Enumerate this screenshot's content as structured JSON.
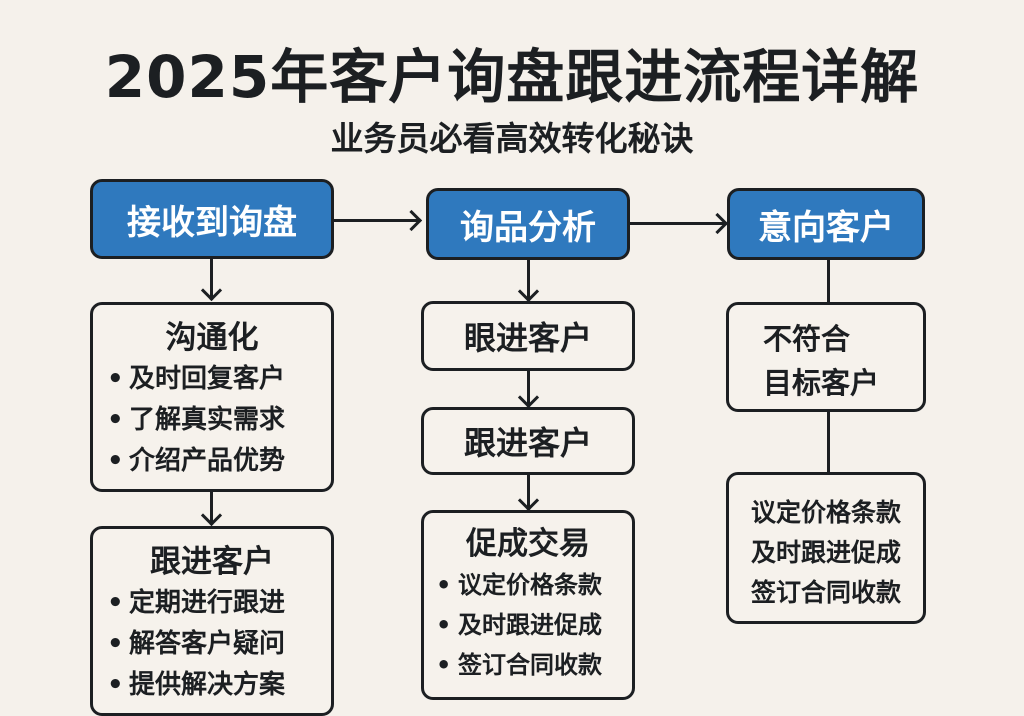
{
  "header": {
    "title": "2025年客户询盘跟进流程详解",
    "subtitle": "业务员必看高效转化秘诀"
  },
  "colors": {
    "background": "#f5f1eb",
    "primary_box": "#2f79be",
    "border": "#1c1f22"
  },
  "columns": [
    {
      "header": "接收到询盘",
      "steps": [
        {
          "title": "沟通化",
          "bullets": [
            "及时回复客户",
            "了解真实需求",
            "介绍产品优势"
          ]
        },
        {
          "title": "跟进客户",
          "bullets": [
            "定期进行跟进",
            "解答客户疑问",
            "提供解决方案"
          ]
        }
      ]
    },
    {
      "header": "询品分析",
      "steps": [
        {
          "title": "眼进客户"
        },
        {
          "title": "跟进客户"
        },
        {
          "title": "促成交易",
          "bullets": [
            "议定价格条款",
            "及时跟进促成",
            "签订合同收款"
          ]
        }
      ]
    },
    {
      "header": "意向客户",
      "steps": [
        {
          "lines": [
            "不符合",
            "目标客户"
          ]
        },
        {
          "lines": [
            "议定价格条款",
            "及时跟进促成",
            "签订合同收款"
          ]
        }
      ]
    }
  ]
}
